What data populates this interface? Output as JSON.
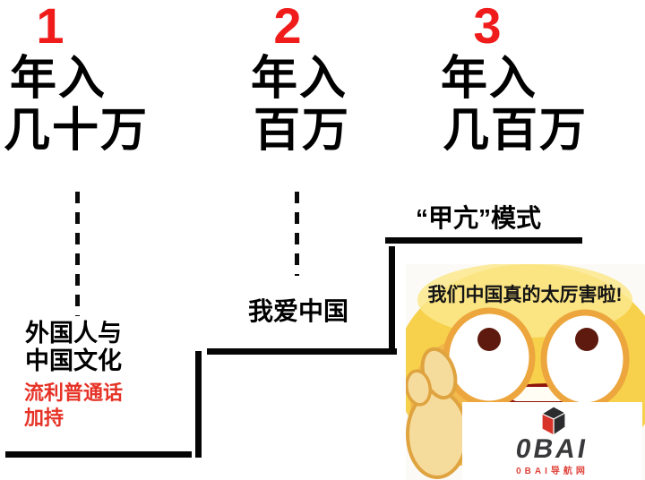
{
  "colors": {
    "number_red": "#f01c1c",
    "label_red": "#e63226",
    "line_black": "#050505",
    "meme_yellow": "#f7d14b",
    "eye_outline": "#eca63d",
    "pupil_brown": "#5e1a0e",
    "mouth_red": "#8e150c",
    "logo_cube_red": "#d9342a",
    "logo_cube_dark": "#2c2c2e"
  },
  "steps": [
    {
      "number": "1",
      "line1": "年入",
      "line2": "几十万"
    },
    {
      "number": "2",
      "line1": "年入",
      "line2": "百万"
    },
    {
      "number": "3",
      "line1": "年入",
      "line2": "几百万"
    }
  ],
  "labels": {
    "step1_black": "外国人与\n中国文化",
    "step1_red": "流利普通话\n加持",
    "step2": "我爱中国",
    "step3": "“甲亢”模式"
  },
  "meme": {
    "caption": "我们中国真的太厉害啦!"
  },
  "logo": {
    "title": "0BAI",
    "subtitle": "0BAI导航网"
  }
}
